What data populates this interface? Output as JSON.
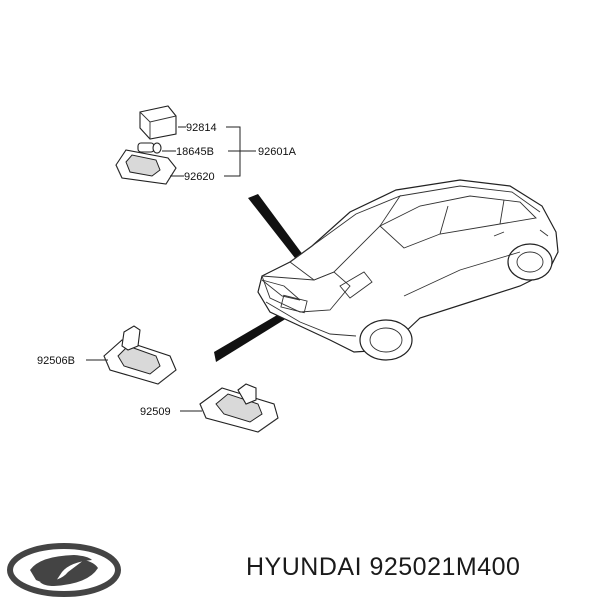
{
  "callouts": {
    "c92814": "92814",
    "c18645B": "18645B",
    "c92601A": "92601A",
    "c92620": "92620",
    "c92506B": "92506B",
    "c92509": "92509"
  },
  "logo": {
    "name": "hyundai-logo",
    "color": "#444444"
  },
  "caption": {
    "text": "HYUNDAI 925021M400"
  }
}
